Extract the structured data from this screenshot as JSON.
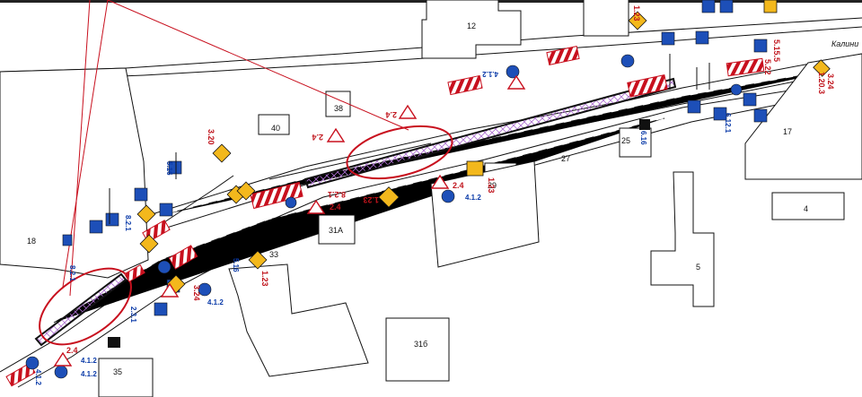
{
  "drawing": {
    "street_label": "Калини",
    "buildings": {
      "b12": "12",
      "b4": "4",
      "b5": "5",
      "b17": "17",
      "b18": "18",
      "b25": "25",
      "b27": "27",
      "b29": "29",
      "b31a": "31А",
      "b31b": "31б",
      "b33": "33",
      "b35": "35",
      "b38": "38",
      "b40": "40"
    },
    "sign_codes": {
      "s412a": "4.1.2",
      "s412b": "4.1.2",
      "s412c": "4.1.2",
      "s412d": "4.1.2",
      "s412e": "4.1.2",
      "s24a": "2.4",
      "s24b": "2.4",
      "s24c": "2.4",
      "s24d": "2.4",
      "s24e": "2.4",
      "s123a": "1.23",
      "s123b": "1.23",
      "s123c": "1.23",
      "s123d": "1.23",
      "s821a": "8.2.1",
      "s821b": "8.2.1",
      "s3201": "3.20",
      "s324": "3.24",
      "s5155": "5.15.5",
      "s522": "5.22",
      "s5161": "5.16",
      "s5162": "5.16",
      "s6161": "6.16",
      "s231": "2.3.1",
      "s6121": "6.12.1",
      "s12031": "1.20.3",
      "s3243": "3.24",
      "s821c": "8.2.1",
      "s412f": "4.1.2"
    }
  },
  "colors": {
    "line": "#111111",
    "red": "#c8101e",
    "blue": "#1d4fb8",
    "yellow": "#f3b81c",
    "hatch": "#ad6fd1"
  }
}
